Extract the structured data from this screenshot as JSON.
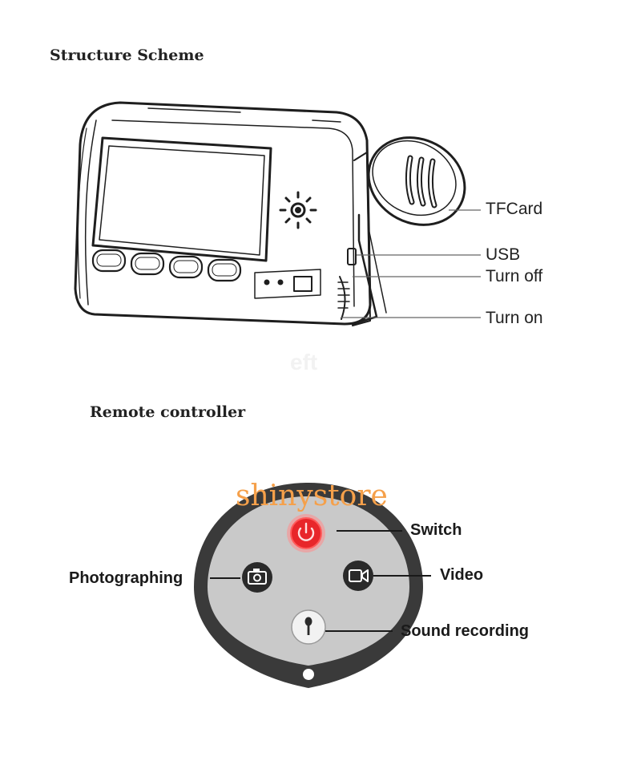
{
  "structure": {
    "title": "Structure Scheme",
    "labels": {
      "tfcard": "TFCard",
      "usb": "USB",
      "turn_off": "Turn off",
      "turn_on": "Turn on"
    },
    "ghost_text": "eft"
  },
  "remote": {
    "title": "Remote controller",
    "labels": {
      "switch": "Switch",
      "photographing": "Photographing",
      "video": "Video",
      "sound_recording": "Sound recording"
    },
    "watermark": "shinystore"
  },
  "colors": {
    "switch_button": "#e8262a",
    "remote_body": "#3a3a3a",
    "remote_face": "#c9c9c9",
    "watermark": "#f5a04a"
  },
  "icons": [
    "power-icon",
    "camera-icon",
    "video-camera-icon",
    "microphone-icon",
    "speaker-icon"
  ]
}
